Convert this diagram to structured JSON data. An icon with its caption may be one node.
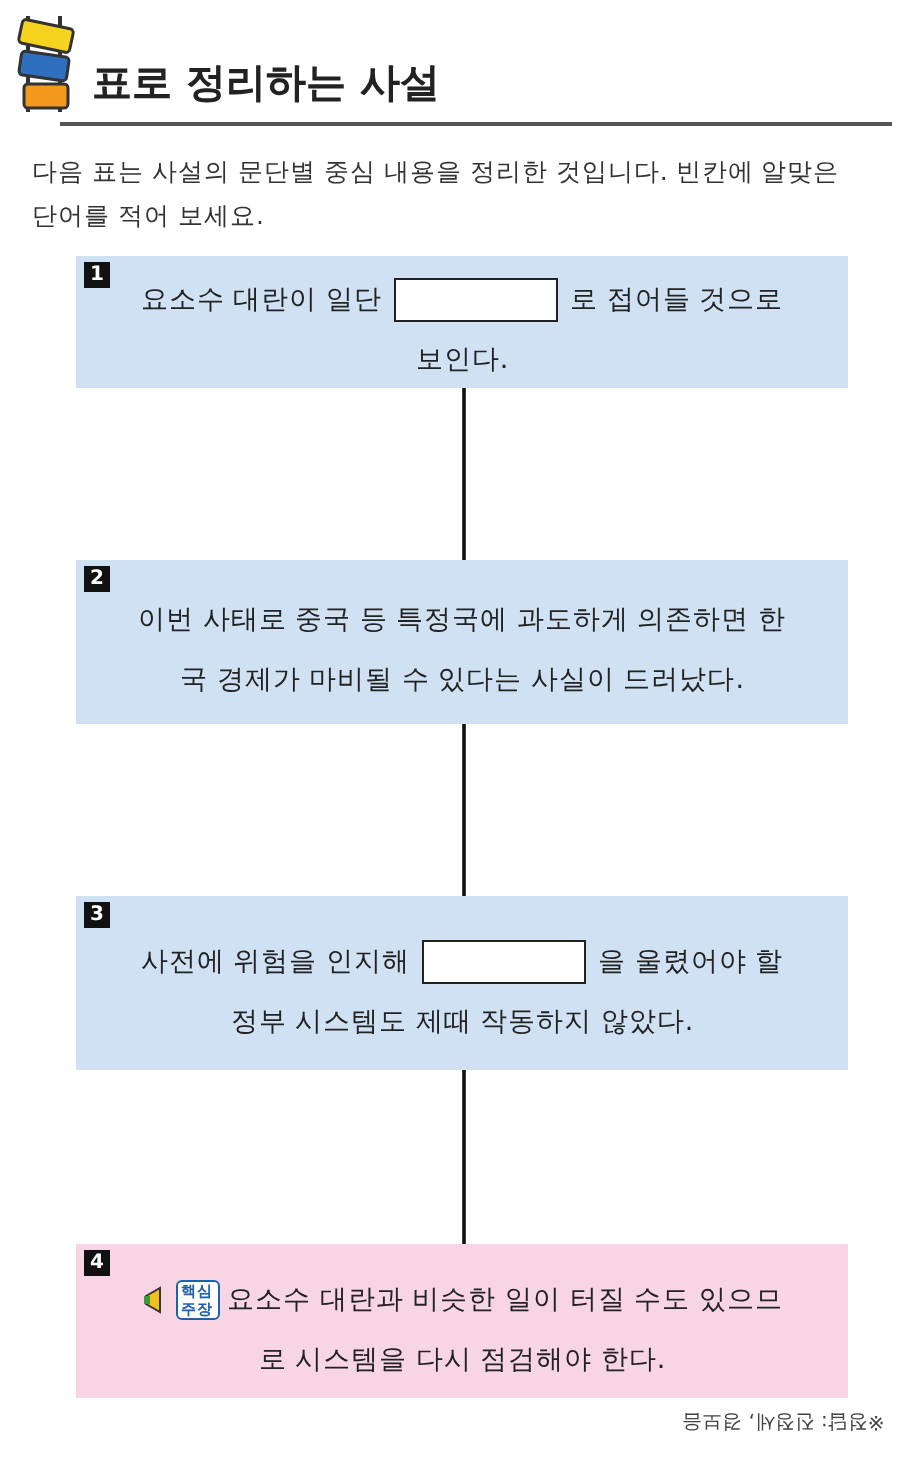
{
  "diagram": {
    "title": "표로 정리하는 사설",
    "nodes": [
      {
        "text": [
          "1",
          "요소수 대란이 일단",
          "로 접어들 것으로 보인다."
        ]
      },
      {
        "text": [
          "2",
          "이번 사태로 중국 등 특정국에 과도하게 의존하면 한국 경제가 마비될 수 있다는 사실이 드러났다."
        ]
      },
      {
        "text": [
          "3",
          "사전에 위험을 인지해",
          "을 울렸어야 할 정부 시스템도 제때 작동하지 않았다."
        ]
      },
      {
        "text": [
          "4",
          "핵심 주장",
          "요소수 대란과 비슷한 일이 터질 수도 있으므로 시스템을 다시 점검해야 한다."
        ]
      }
    ],
    "edges": [
      {
        "from": 0,
        "to": 1,
        "arrow": "none"
      },
      {
        "from": 1,
        "to": 2,
        "arrow": "none"
      },
      {
        "from": 2,
        "to": 3,
        "arrow": "none"
      }
    ],
    "labels": [
      "다음 표는 사설의 문단별 중심 내용을 정리한 것입니다. 빈칸에 알맞은 단어를 적어 보세요.",
      "※정답: 진정세, 경보음"
    ]
  }
}
